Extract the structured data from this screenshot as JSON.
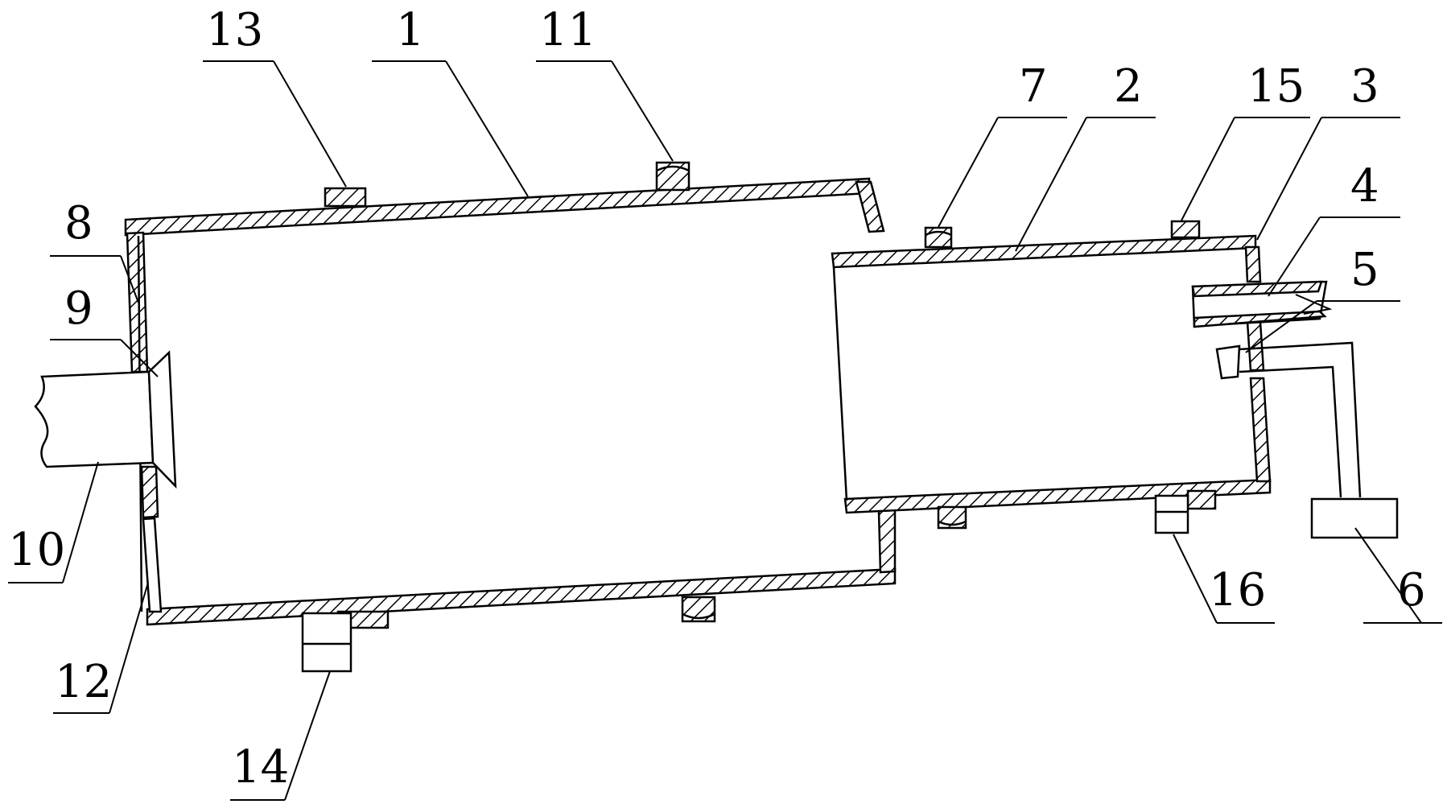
{
  "figure": {
    "colors": {
      "line": "#000000",
      "background": "#ffffff"
    },
    "labels": {
      "l1": "1",
      "l2": "2",
      "l3": "3",
      "l4": "4",
      "l5": "5",
      "l6": "6",
      "l7": "7",
      "l8": "8",
      "l9": "9",
      "l10": "10",
      "l11": "11",
      "l12": "12",
      "l13": "13",
      "l14": "14",
      "l15": "15",
      "l16": "16"
    }
  }
}
